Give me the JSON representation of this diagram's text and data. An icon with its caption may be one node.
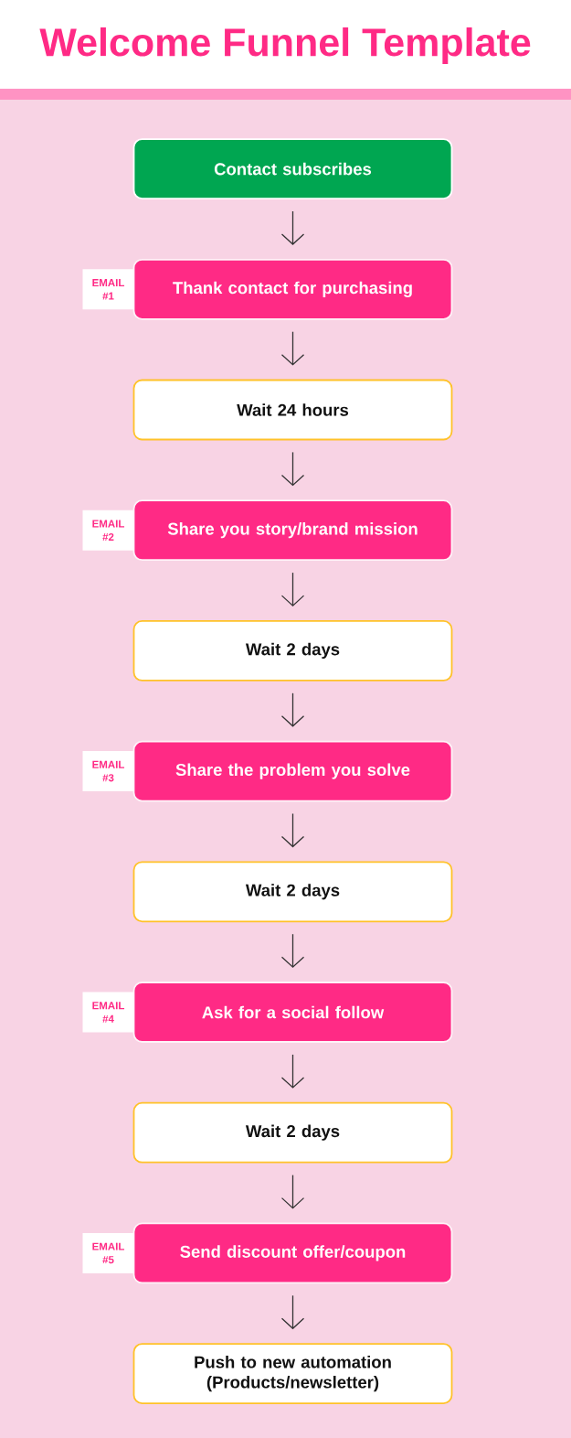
{
  "diagram": {
    "title": "Welcome Funnel Template",
    "nodes": [
      {
        "text": [
          "Contact subscribes"
        ]
      },
      {
        "text": [
          "Thank contact for purchasing"
        ],
        "beside": [
          "EMAIL #1"
        ]
      },
      {
        "text": [
          "Wait 24 hours"
        ]
      },
      {
        "text": [
          "Share you story/brand mission"
        ],
        "beside": [
          "EMAIL #2"
        ]
      },
      {
        "text": [
          "Wait 2 days"
        ]
      },
      {
        "text": [
          "Share the problem you solve"
        ],
        "beside": [
          "EMAIL #3"
        ]
      },
      {
        "text": [
          "Wait 2 days"
        ]
      },
      {
        "text": [
          "Ask for a social follow"
        ],
        "beside": [
          "EMAIL #4"
        ]
      },
      {
        "text": [
          "Wait 2 days"
        ]
      },
      {
        "text": [
          "Send discount offer/coupon"
        ],
        "beside": [
          "EMAIL #5"
        ]
      },
      {
        "text": [
          "Push to new automation (Products/newsletter)"
        ]
      }
    ],
    "edges": [
      {
        "from": 0,
        "to": 1,
        "arrow": "to"
      },
      {
        "from": 1,
        "to": 2,
        "arrow": "to"
      },
      {
        "from": 2,
        "to": 3,
        "arrow": "to"
      },
      {
        "from": 3,
        "to": 4,
        "arrow": "to"
      },
      {
        "from": 4,
        "to": 5,
        "arrow": "to"
      },
      {
        "from": 5,
        "to": 6,
        "arrow": "to"
      },
      {
        "from": 6,
        "to": 7,
        "arrow": "to"
      },
      {
        "from": 7,
        "to": 8,
        "arrow": "to"
      },
      {
        "from": 8,
        "to": 9,
        "arrow": "to"
      },
      {
        "from": 9,
        "to": 10,
        "arrow": "to"
      }
    ]
  }
}
